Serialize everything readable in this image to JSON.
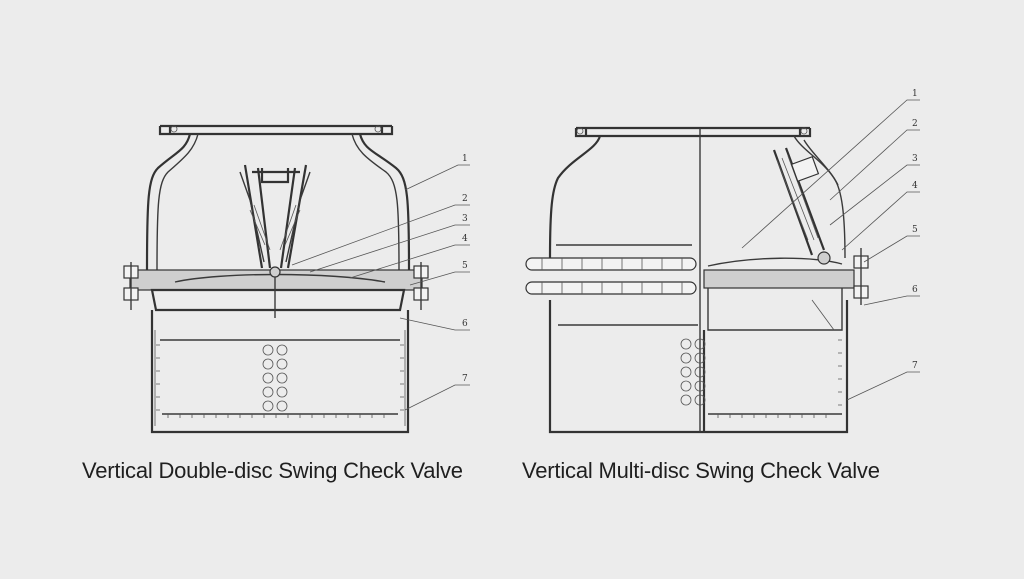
{
  "diagrams": [
    {
      "caption": "Vertical Double-disc Swing Check Valve",
      "callouts": [
        "1",
        "2",
        "3",
        "4",
        "5",
        "6",
        "7"
      ]
    },
    {
      "caption": "Vertical Multi-disc Swing Check Valve",
      "callouts": [
        "1",
        "2",
        "3",
        "4",
        "5",
        "6",
        "7"
      ]
    }
  ],
  "colors": {
    "background": "#ececec",
    "line": "#333333",
    "text": "#1f1f1f"
  }
}
